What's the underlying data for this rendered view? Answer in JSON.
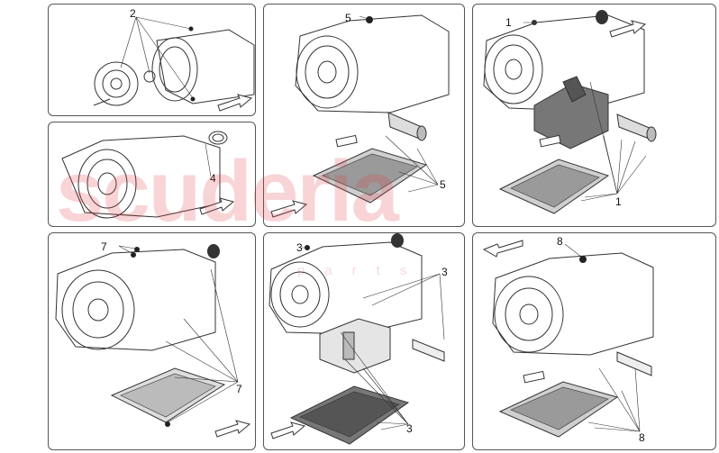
{
  "watermark": {
    "brand": "scuderia",
    "sub": "parts",
    "color": "#e03c46"
  },
  "panels": [
    {
      "id": "p1",
      "callouts": [
        "2"
      ]
    },
    {
      "id": "p2",
      "callouts": [
        "4"
      ]
    },
    {
      "id": "p3",
      "callouts": [
        "5",
        "5"
      ]
    },
    {
      "id": "p4",
      "callouts": [
        "1",
        "1"
      ]
    },
    {
      "id": "p5",
      "callouts": [
        "7",
        "7"
      ]
    },
    {
      "id": "p6",
      "callouts": [
        "3",
        "3",
        "3"
      ]
    },
    {
      "id": "p7",
      "callouts": [
        "8",
        "8"
      ]
    }
  ],
  "icons": [
    "gearbox-icon",
    "oil-pan-icon",
    "filter-icon",
    "bolt-icon",
    "arrow-icon"
  ]
}
